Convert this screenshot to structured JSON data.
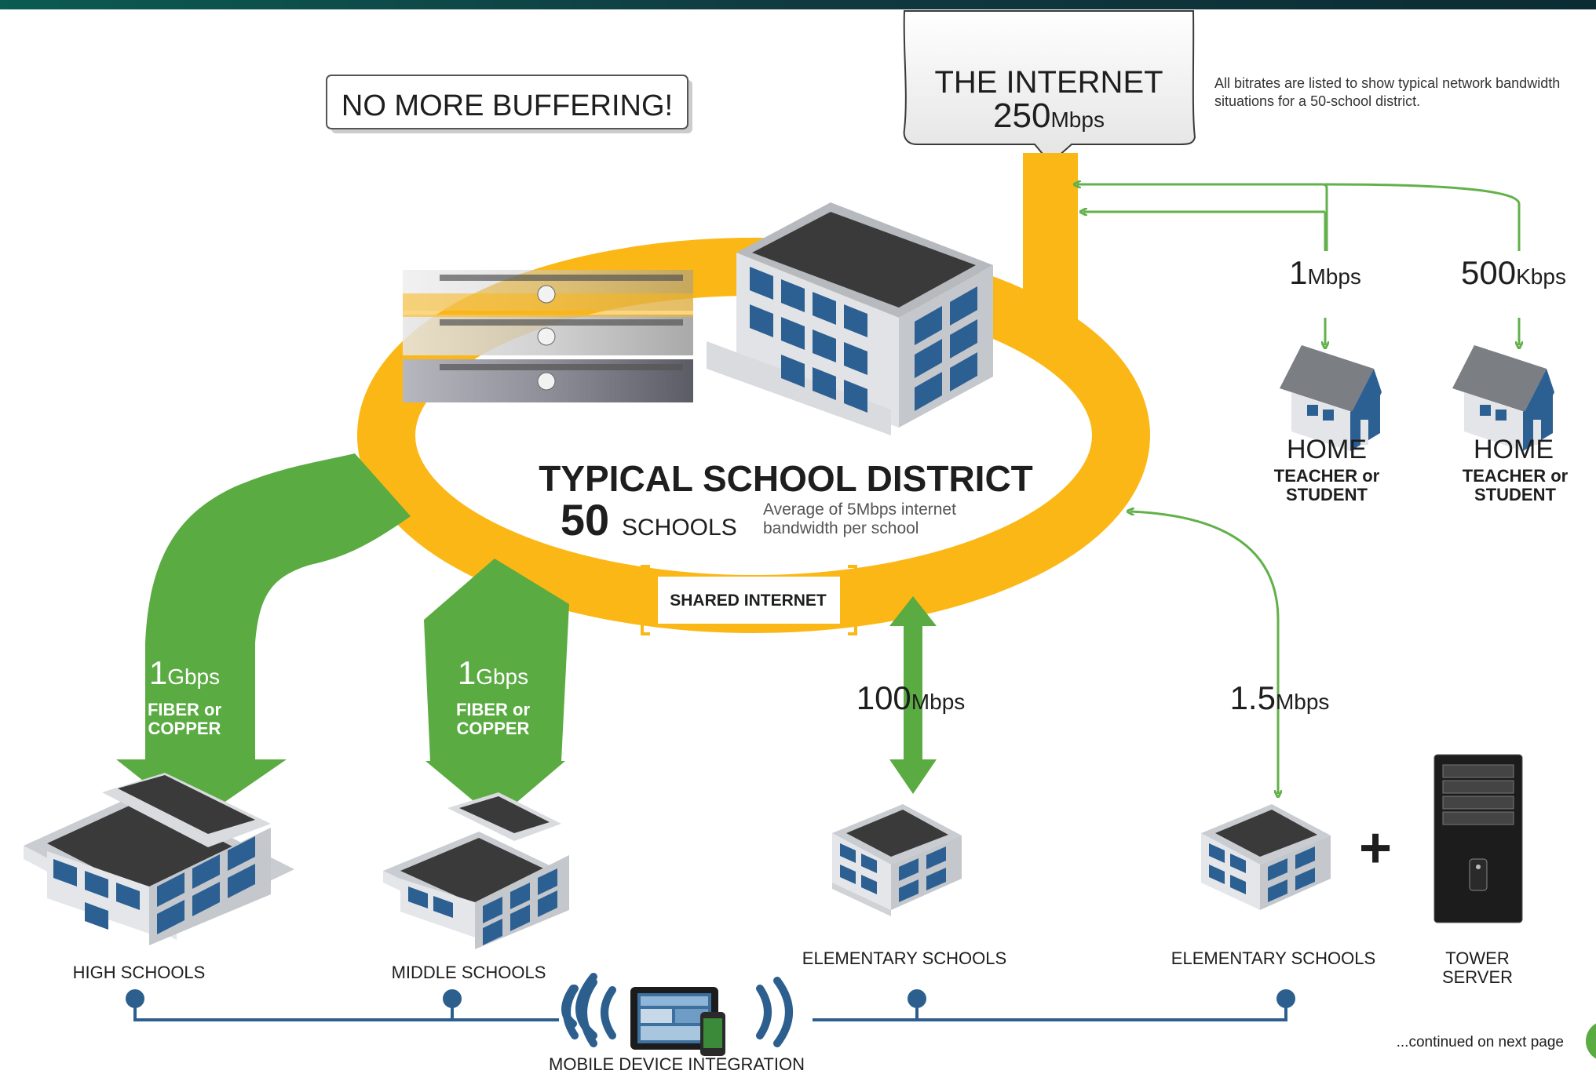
{
  "header_banner": {
    "color": "#0d3b3f"
  },
  "callout": {
    "label": "NO MORE BUFFERING!"
  },
  "internet": {
    "title": "THE INTERNET",
    "value": "250",
    "unit": "Mbps"
  },
  "note": {
    "line1": "All bitrates are listed to show typical network bandwidth",
    "line2": "situations for a 50-school district."
  },
  "district": {
    "title": "TYPICAL SCHOOL DISTRICT",
    "count": "50",
    "count_label": "SCHOOLS",
    "avg_line1": "Average of 5Mbps internet",
    "avg_line2": "bandwidth per school",
    "shared_label": "SHARED INTERNET"
  },
  "home_links": [
    {
      "value": "1",
      "unit": "Mbps",
      "home": "HOME",
      "who_line1": "TEACHER or",
      "who_line2": "STUDENT"
    },
    {
      "value": "500",
      "unit": "Kbps",
      "home": "HOME",
      "who_line1": "TEACHER or",
      "who_line2": "STUDENT"
    }
  ],
  "school_links": [
    {
      "value": "1",
      "unit": "Gbps",
      "medium_line1": "FIBER or",
      "medium_line2": "COPPER",
      "label": "HIGH SCHOOLS"
    },
    {
      "value": "1",
      "unit": "Gbps",
      "medium_line1": "FIBER or",
      "medium_line2": "COPPER",
      "label": "MIDDLE SCHOOLS"
    },
    {
      "value": "100",
      "unit": "Mbps",
      "label": "ELEMENTARY SCHOOLS"
    },
    {
      "value": "1.5",
      "unit": "Mbps",
      "label": "ELEMENTARY SCHOOLS"
    }
  ],
  "tower": {
    "plus": "+",
    "line1": "TOWER",
    "line2": "SERVER"
  },
  "mobile": {
    "label": "MOBILE DEVICE INTEGRATION"
  },
  "footer": {
    "continued": "...continued on next page"
  },
  "colors": {
    "ring": "#fbb715",
    "green": "#5aab42",
    "arrow_green": "#62b14a",
    "building_blue": "#2c5f92",
    "building_gray": "#c9ccd0",
    "roof": "#3a3a3a",
    "line_blue": "#2d5f8e"
  }
}
